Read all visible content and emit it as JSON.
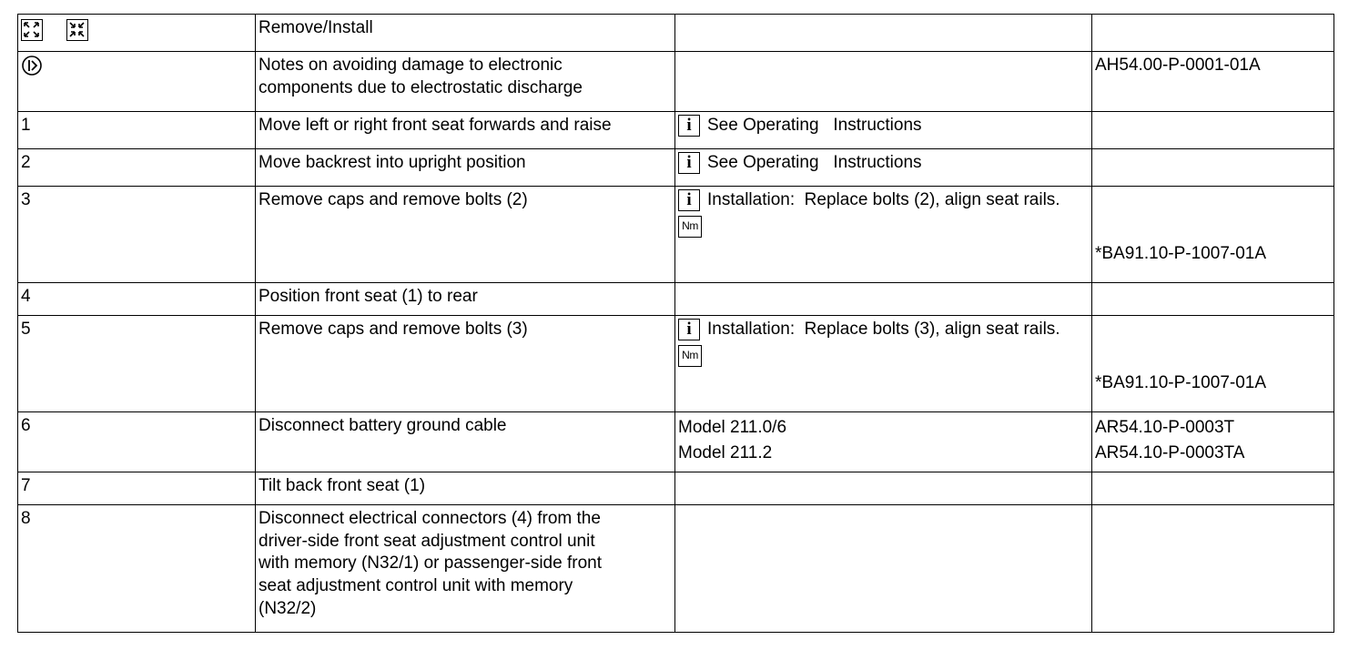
{
  "header": {
    "title": "Remove/Install",
    "icons": [
      "remove-install-expand-icon",
      "remove-install-collapse-icon"
    ]
  },
  "esd_note": {
    "icon": "esd-warning-icon",
    "text_line1": "Notes on avoiding damage to electronic",
    "text_line2": "components due to electrostatic discharge",
    "ref": "AH54.00-P-0001-01A"
  },
  "steps": [
    {
      "num": "1",
      "text": "Move left or right front seat forwards and raise",
      "note_icon": "i",
      "note": "See Operating   Instructions"
    },
    {
      "num": "2",
      "text": "Move backrest into upright position",
      "note_icon": "i",
      "note": "See Operating   Instructions"
    },
    {
      "num": "3",
      "text": "Remove caps and remove bolts (2)",
      "note_icon": "i",
      "note": "Installation:  Replace bolts (2), align seat rails.",
      "torque_label": "Nm",
      "ref": "*BA91.10-P-1007-01A"
    },
    {
      "num": "4",
      "text": "Position front seat (1) to rear"
    },
    {
      "num": "5",
      "text": "Remove caps and remove bolts (3)",
      "note_icon": "i",
      "note": "Installation:  Replace bolts (3), align seat rails.",
      "torque_label": "Nm",
      "ref": "*BA91.10-P-1007-01A"
    },
    {
      "num": "6",
      "text": "Disconnect battery ground cable",
      "model1": "Model 211.0/6",
      "model2": "Model 211.2",
      "ref1": "AR54.10-P-0003T",
      "ref2": "AR54.10-P-0003TA"
    },
    {
      "num": "7",
      "text": "Tilt back front seat (1)"
    },
    {
      "num": "8",
      "text_lines": [
        "Disconnect electrical connectors (4) from the",
        "driver-side front seat adjustment control unit",
        "with memory (N32/1) or passenger-side front",
        "seat adjustment control unit with memory",
        "(N32/2)"
      ]
    }
  ]
}
